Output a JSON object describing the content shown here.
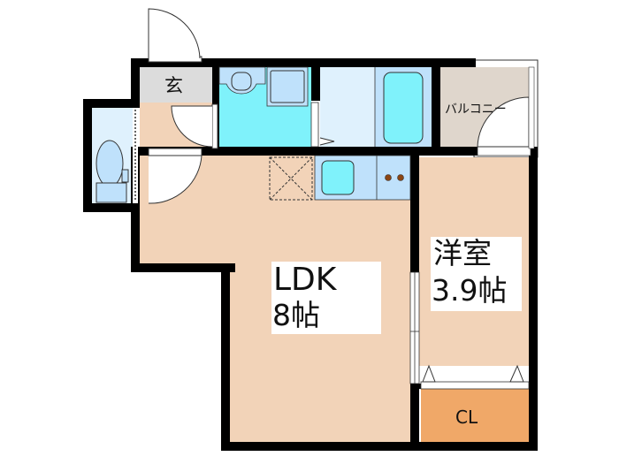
{
  "floorplan": {
    "rooms": {
      "ldk": {
        "label": "LDK",
        "size": "8帖"
      },
      "western_room": {
        "label": "洋室",
        "size": "3.9帖"
      },
      "entrance": {
        "label": "玄"
      },
      "balcony": {
        "label": "バルコニー"
      },
      "closet": {
        "label": "CL"
      }
    },
    "colors": {
      "wall": "#000000",
      "floor_wood": "#f2d3b8",
      "entrance_tile": "#dcdcdc",
      "wet_area": "#7ff2fb",
      "wet_area_light": "#dff1fd",
      "fixture_blue": "#bfe1fb",
      "balcony": "#dfd6cc",
      "closet": "#f0a868",
      "label_bg": "#ffffff",
      "burner": "#8b4513"
    },
    "icons": [
      "toilet-icon",
      "washbasin-icon",
      "washing-machine-pan-icon",
      "bathtub-icon",
      "kitchen-sink-icon",
      "stove-icon",
      "door-swing-icon",
      "sliding-door-icon",
      "storage-hatch-icon"
    ]
  }
}
